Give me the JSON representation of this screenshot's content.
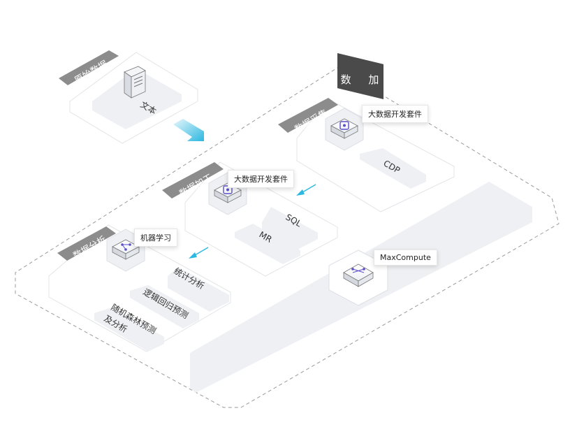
{
  "banner": "数 加",
  "raw": {
    "tag": "原始数据",
    "item": "文本"
  },
  "collect": {
    "tag": "数据采集",
    "callout": "大数据开发套件",
    "item": "CDP"
  },
  "process": {
    "tag": "数据加工",
    "callout": "大数据开发套件",
    "items": [
      "SQL",
      "MR"
    ]
  },
  "analysis": {
    "tag": "数据分析",
    "callout": "机器学习",
    "items": [
      "统计分析",
      "逻辑回归预测",
      "随机森林预测",
      "及分析"
    ]
  },
  "compute": {
    "callout": "MaxCompute"
  },
  "colors": {
    "tag_bg": "#8c8c8c",
    "banner_bg": "#4a4a4a",
    "panel": "#eef0f3",
    "arrow": "#2cb8e0",
    "icon": "#5b4fc9"
  },
  "icons": [
    "server-icon",
    "dev-suite-icon",
    "dev-suite-icon",
    "ml-icon",
    "maxcompute-icon"
  ]
}
